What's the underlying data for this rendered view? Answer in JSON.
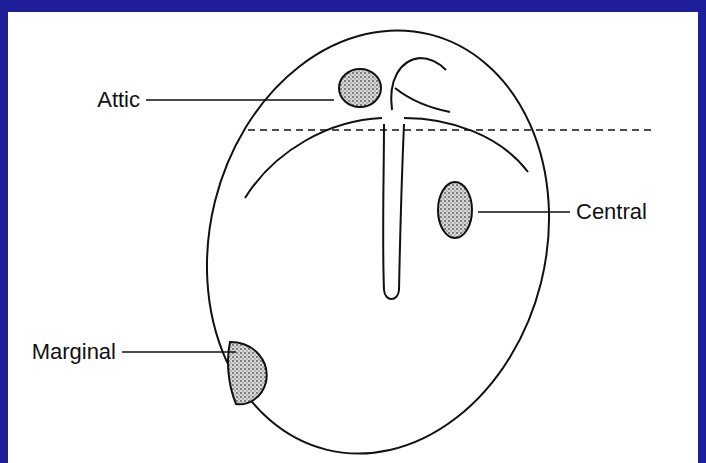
{
  "diagram": {
    "labels": [
      "Attic",
      "Central",
      "Marginal"
    ]
  }
}
